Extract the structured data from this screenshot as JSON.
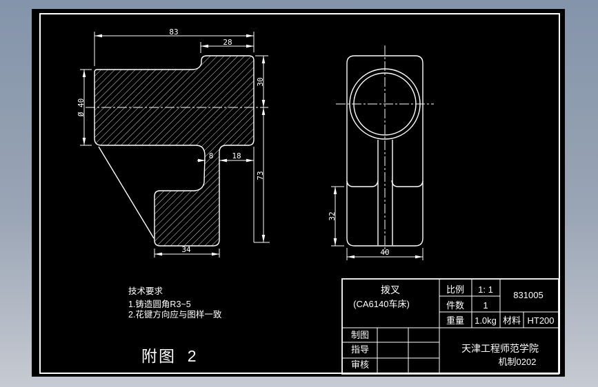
{
  "colors": {
    "background_top": "#8494aa",
    "background_bottom": "#c6cad2",
    "canvas": "#000000",
    "line": "#ffffff"
  },
  "dims": {
    "d83": "83",
    "d28": "28",
    "d40_dia": "Ø 40",
    "d30": "30",
    "d73": "73",
    "d8": "8",
    "d18": "18",
    "d34": "34",
    "d32": "32",
    "d40": "40"
  },
  "notes": {
    "title": "技术要求",
    "item1": "1.铸造圆角R3~5",
    "item2": "2.花键方向应与图样一致"
  },
  "caption": "附图  2",
  "title_block": {
    "part_name": "拨叉",
    "part_sub": "(CA6140车床)",
    "scale_label": "比例",
    "scale_value": "1: 1",
    "qty_label": "件数",
    "qty_value": "1",
    "weight_label": "重量",
    "weight_value": "1.0kg",
    "material_label": "材料",
    "material_value": "HT200",
    "drawing_no": "831005",
    "drawn_label": "制图",
    "guide_label": "指导",
    "check_label": "审核",
    "org": "天津工程师范学院",
    "class": "机制0202"
  }
}
